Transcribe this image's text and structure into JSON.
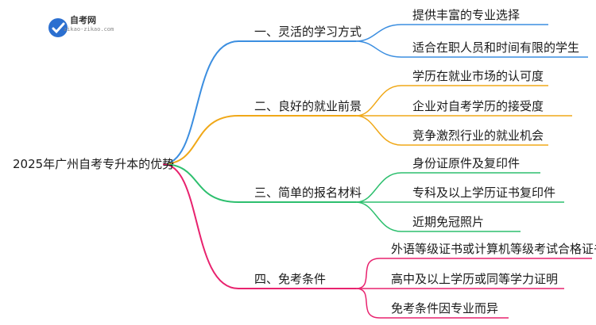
{
  "logo": {
    "name": "自考网",
    "url": "zikao-zikao.com"
  },
  "root": "2025年广州自考专升本的优势",
  "branches": [
    {
      "title": "一、灵活的学习方式",
      "color": "#3b8ee0",
      "children": [
        "提供丰富的专业选择",
        "适合在职人员和时间有限的学生"
      ]
    },
    {
      "title": "二、良好的就业前景",
      "color": "#f0a818",
      "children": [
        "学历在就业市场的认可度",
        "企业对自考学历的接受度",
        "竞争激烈行业的就业机会"
      ]
    },
    {
      "title": "三、简单的报名材料",
      "color": "#2dbf6e",
      "children": [
        "身份证原件及复印件",
        "专科及以上学历证书复印件",
        "近期免冠照片"
      ]
    },
    {
      "title": "四、免考条件",
      "color": "#e8226e",
      "children": [
        "外语等级证书或计算机等级考试合格证书",
        "高中及以上学历或同等学力证明",
        "免考条件因专业而异"
      ]
    }
  ]
}
